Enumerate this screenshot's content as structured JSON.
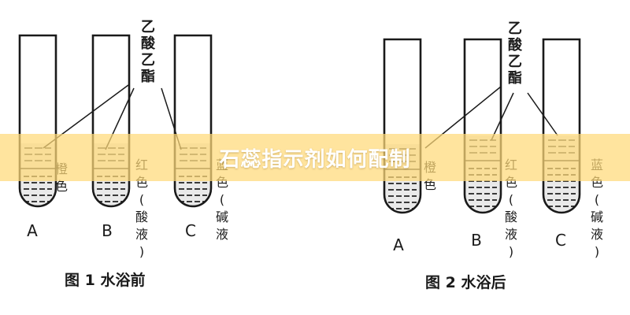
{
  "banner": {
    "title": "石蕊指示剂如何配制",
    "color": "#ffd978"
  },
  "figures": [
    {
      "caption": "图 1    水浴前",
      "ester_label": [
        "乙",
        "酸",
        "乙",
        "酯"
      ],
      "tubes": [
        {
          "letter": "A",
          "color_label": [
            "橙",
            "色"
          ]
        },
        {
          "letter": "B",
          "color_label": [
            "红",
            "色",
            "(",
            "酸",
            "液",
            ")"
          ]
        },
        {
          "letter": "C",
          "color_label": [
            "蓝",
            "色",
            "(",
            "碱",
            "液"
          ]
        }
      ]
    },
    {
      "caption": "图 2    水浴后",
      "ester_label": [
        "乙",
        "酸",
        "乙",
        "酯"
      ],
      "tubes": [
        {
          "letter": "A",
          "color_label": [
            "橙",
            "色"
          ]
        },
        {
          "letter": "B",
          "color_label": [
            "红",
            "色",
            "(",
            "酸",
            "液",
            ")"
          ]
        },
        {
          "letter": "C",
          "color_label": [
            "蓝",
            "色",
            "(",
            "碱",
            "液",
            ")"
          ]
        }
      ]
    }
  ]
}
